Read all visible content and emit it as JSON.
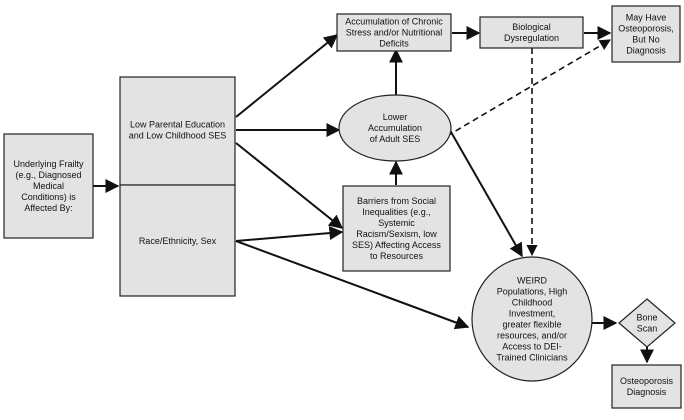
{
  "nodes": {
    "underlying_frailty": [
      "Underlying Frailty",
      "(e.g., Diagnosed",
      "Medical",
      "Conditions) is",
      "Affected By:"
    ],
    "low_parental_education": [
      "Low Parental Education",
      "and Low Childhood SES"
    ],
    "race_ethnicity_sex": [
      "Race/Ethnicity, Sex"
    ],
    "chronic_stress": [
      "Accumulation of Chronic",
      "Stress and/or Nutritional",
      "Deficits"
    ],
    "biological_dysregulation": [
      "Biological",
      "Dysregulation"
    ],
    "may_have_osteoporosis": [
      "May Have",
      "Osteoporosis,",
      "But No",
      "Diagnosis"
    ],
    "lower_adult_ses": [
      "Lower",
      "Accumulation",
      "of Adult SES"
    ],
    "barriers": [
      "Barriers from Social",
      "Inequalities (e.g.,",
      "Systemic",
      "Racism/Sexism, low",
      "SES) Affecting Access",
      "to Resources"
    ],
    "weird_populations": [
      "WEIRD",
      "Populations, High",
      "Childhood",
      "Investment,",
      "greater flexible",
      "resources, and/or",
      "Access to DEI-",
      "Trained Clinicians"
    ],
    "bone_scan": [
      "Bone",
      "Scan"
    ],
    "osteoporosis_diagnosis": [
      "Osteoporosis",
      "Diagnosis"
    ]
  },
  "edges": [
    {
      "from": "underlying_frailty",
      "to": "left_column",
      "style": "solid"
    },
    {
      "from": "low_parental_education",
      "to": "chronic_stress",
      "style": "solid"
    },
    {
      "from": "low_parental_education",
      "to": "lower_adult_ses",
      "style": "solid"
    },
    {
      "from": "low_parental_education",
      "to": "barriers",
      "style": "solid"
    },
    {
      "from": "race_ethnicity_sex",
      "to": "barriers",
      "style": "solid"
    },
    {
      "from": "race_ethnicity_sex",
      "to": "weird_populations",
      "style": "solid"
    },
    {
      "from": "lower_adult_ses",
      "to": "chronic_stress",
      "style": "solid"
    },
    {
      "from": "barriers",
      "to": "lower_adult_ses",
      "style": "solid"
    },
    {
      "from": "chronic_stress",
      "to": "biological_dysregulation",
      "style": "solid"
    },
    {
      "from": "biological_dysregulation",
      "to": "may_have_osteoporosis",
      "style": "solid"
    },
    {
      "from": "lower_adult_ses",
      "to": "may_have_osteoporosis",
      "style": "dashed"
    },
    {
      "from": "biological_dysregulation",
      "to": "weird_populations",
      "style": "dashed"
    },
    {
      "from": "lower_adult_ses",
      "to": "weird_populations",
      "style": "solid"
    },
    {
      "from": "weird_populations",
      "to": "bone_scan",
      "style": "solid"
    },
    {
      "from": "bone_scan",
      "to": "osteoporosis_diagnosis",
      "style": "solid"
    }
  ]
}
